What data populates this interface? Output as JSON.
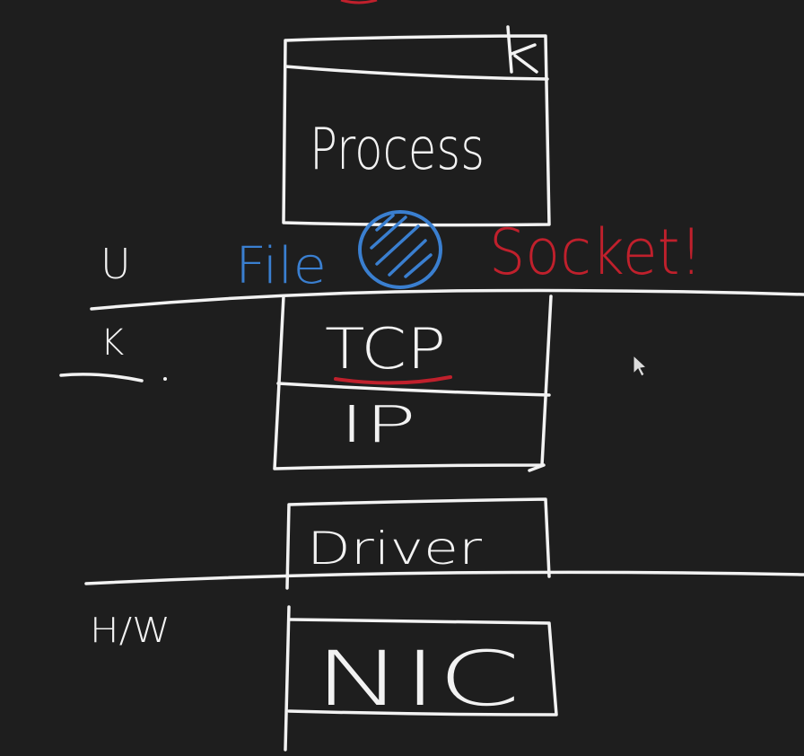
{
  "layers": {
    "user": "U",
    "kernel": "K",
    "hardware": "H/W"
  },
  "blocks": {
    "process": "Process",
    "tcp": "TCP",
    "ip": "IP",
    "driver": "Driver",
    "nic": "NIC"
  },
  "interface": {
    "file": "File",
    "socket": "Socket!"
  },
  "colors": {
    "chalk": "#f2f2f2",
    "file_blue": "#3a7fd0",
    "socket_red": "#c0202c",
    "background": "#1e1e1e"
  },
  "icons": {
    "window_close": "close-icon",
    "file_handle": "hatched-circle-icon",
    "cursor": "mouse-pointer-icon"
  }
}
